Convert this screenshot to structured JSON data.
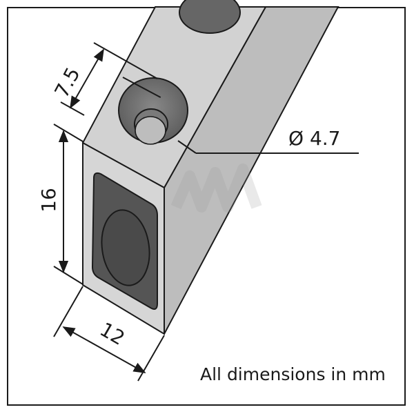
{
  "dimensions": {
    "depth": "7.5",
    "height": "16",
    "width": "12",
    "hole_diameter": "Ø 4.7"
  },
  "note": "All dimensions in mm",
  "colors": {
    "front_face": "#d6d6d6",
    "top_face": "#d2d2d2",
    "side_face": "#bdbdbd",
    "sensor_window": "#555555",
    "lines": "#1a1a1a"
  }
}
